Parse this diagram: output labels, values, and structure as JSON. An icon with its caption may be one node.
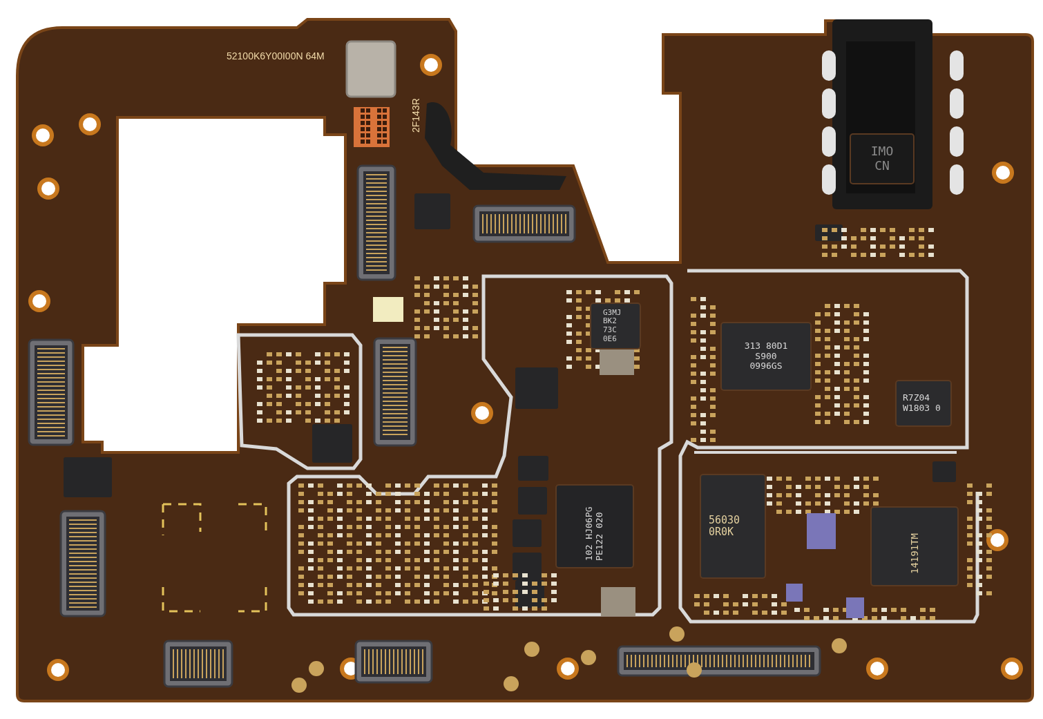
{
  "diagram": {
    "nodes": [
      {
        "text": [
          "IMO CN"
        ]
      },
      {
        "text": [
          "313 80D1 S900 0996GS"
        ]
      },
      {
        "text": [
          "G3MJ BK2 73C 0E6"
        ]
      },
      {
        "text": [
          "R7Z04 W1803 0"
        ]
      },
      {
        "text": [
          "102 HJ06PG PE122 020"
        ]
      },
      {
        "text": [
          "56030 0R0K"
        ]
      },
      {
        "text": [
          "14191TM"
        ]
      }
    ],
    "labels": [
      "52100K6Y00I00N 64M",
      "2F143R"
    ]
  }
}
